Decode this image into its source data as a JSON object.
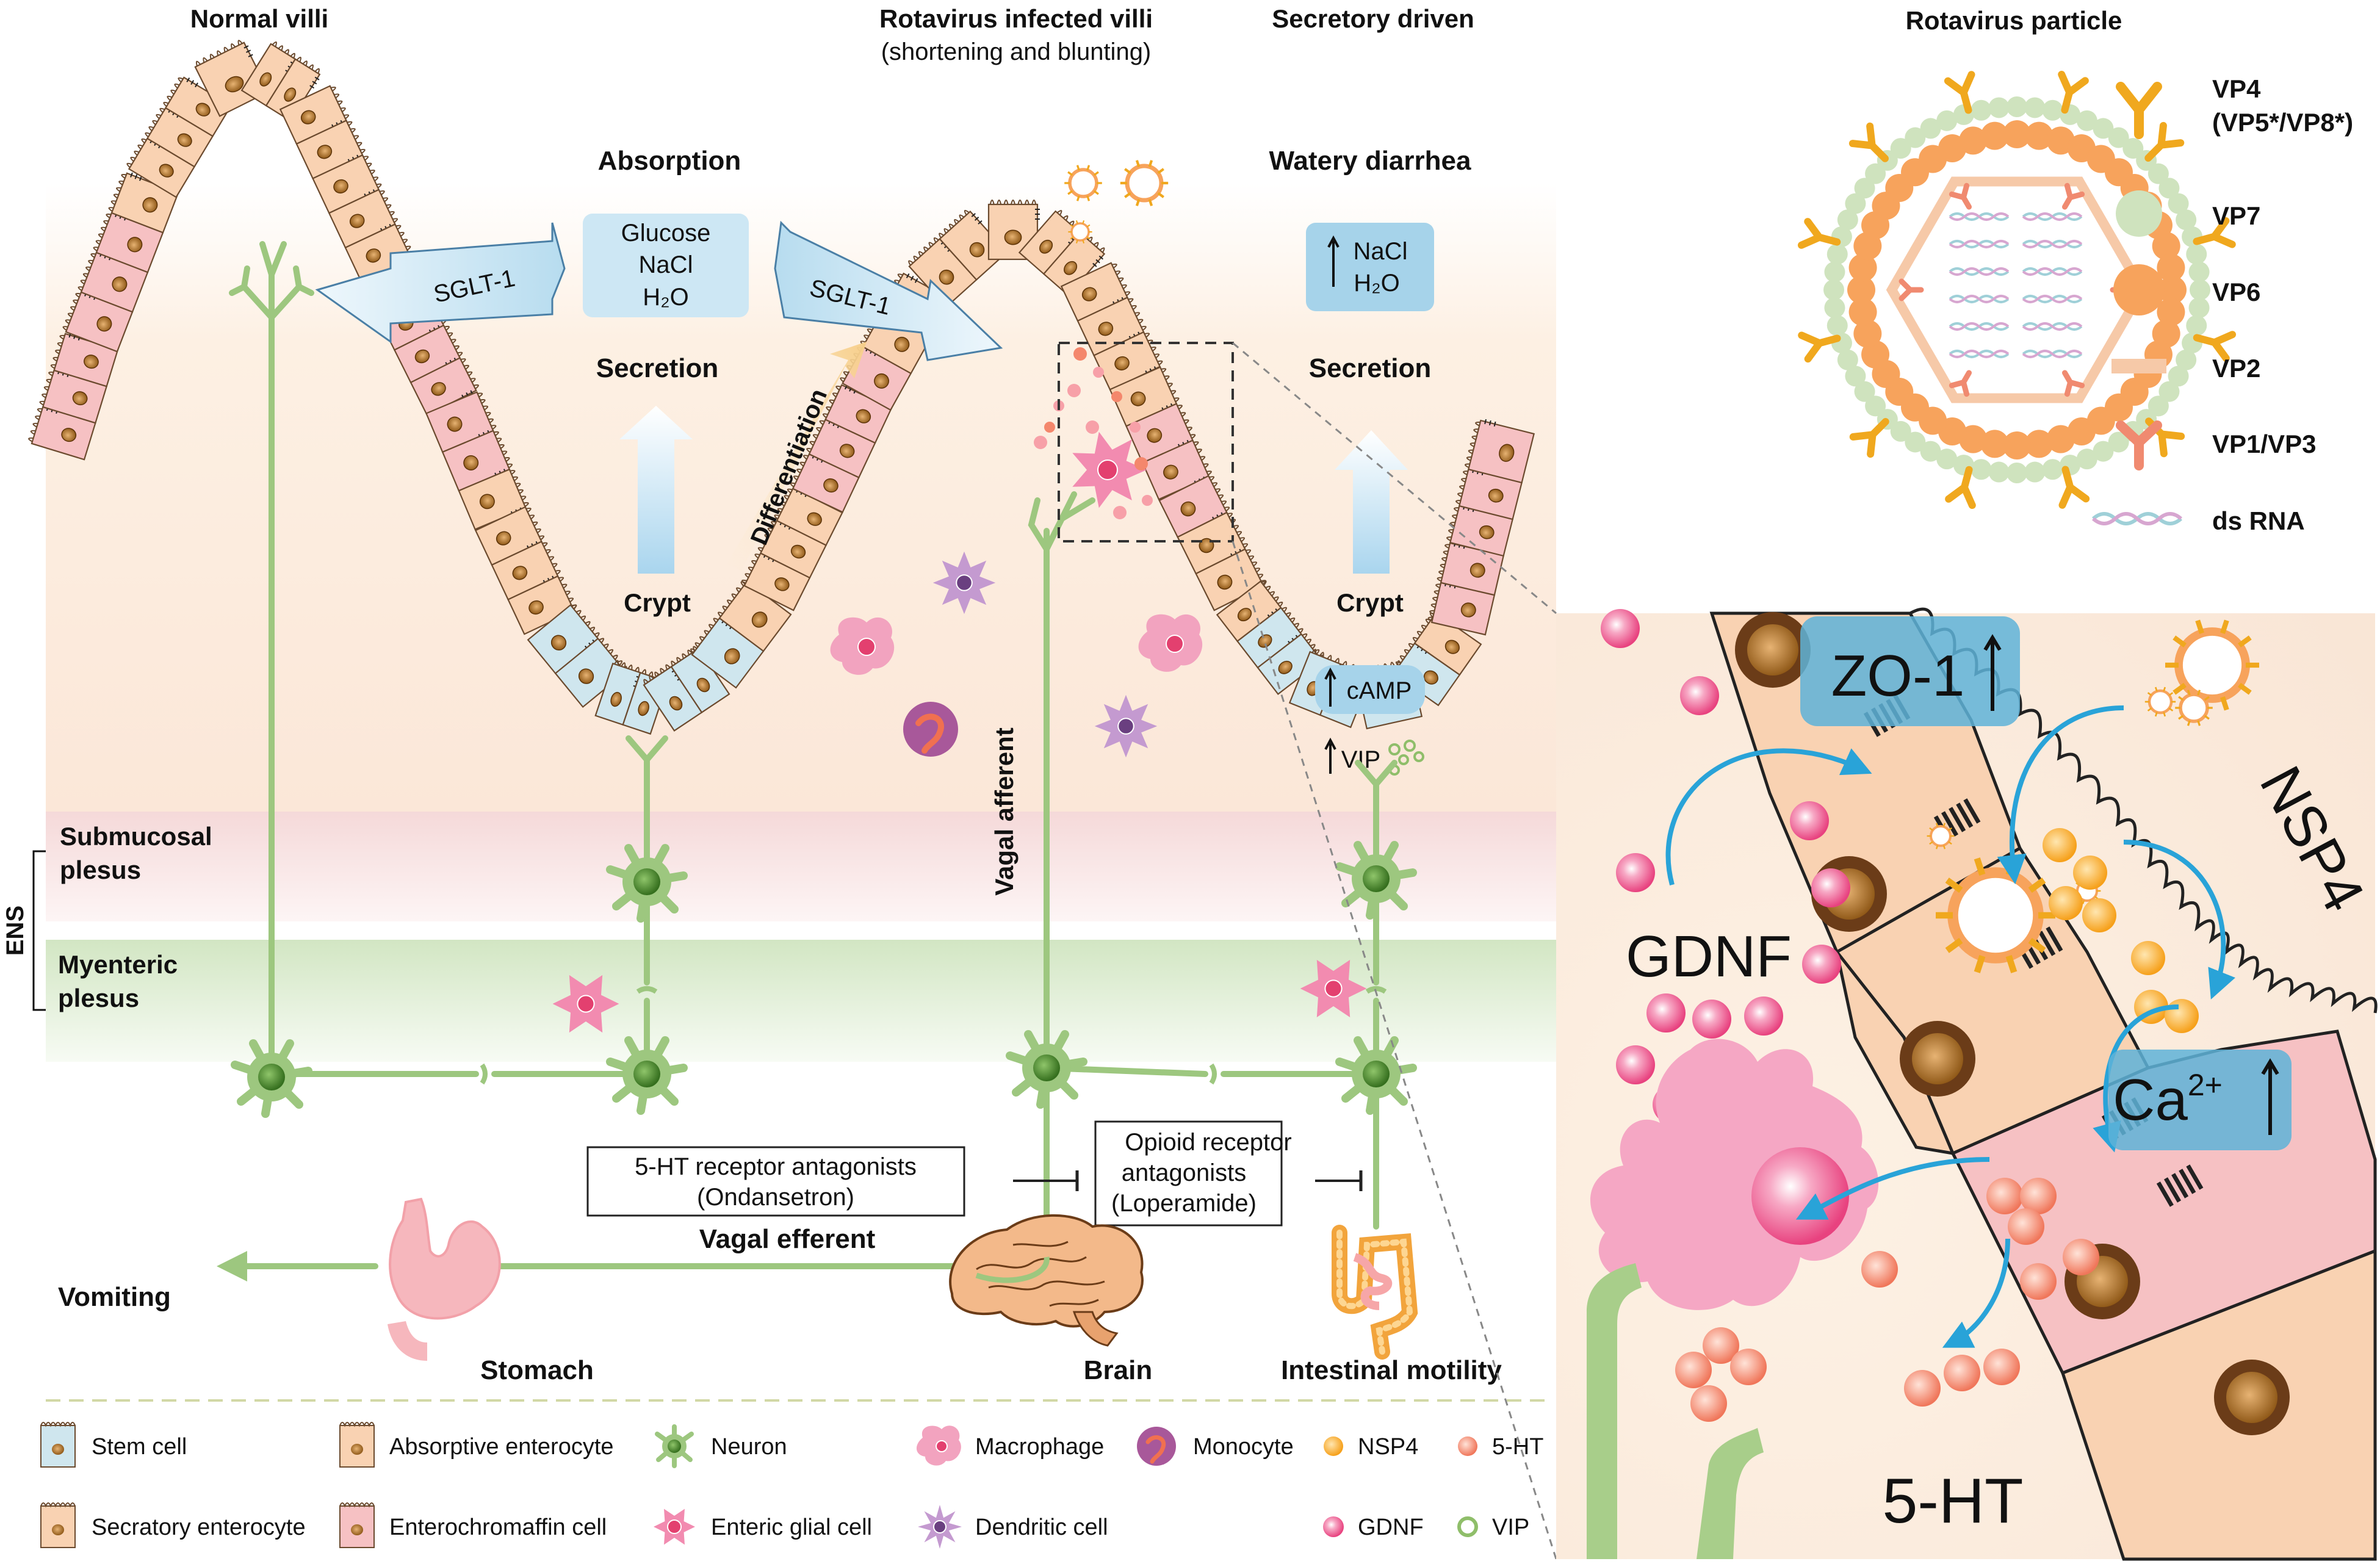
{
  "titles": {
    "normal_villi": "Normal villi",
    "rotavirus_villi": "Rotavirus infected villi",
    "rotavirus_villi_sub": "(shortening and blunting)",
    "secretory_driven": "Secretory driven",
    "rotavirus_particle": "Rotavirus particle"
  },
  "left_panel": {
    "absorption": "Absorption",
    "absorb_box": [
      "Glucose",
      "NaCl",
      "H₂O"
    ],
    "sglt_left": "SGLT-1",
    "sglt_right": "SGLT-1",
    "secretion": "Secretion",
    "crypt": "Crypt",
    "differentiation": "Differentiation"
  },
  "right_panel": {
    "watery_diarrhea": "Watery diarrhea",
    "nacl": "NaCl",
    "h2o": "H₂O",
    "secretion": "Secretion",
    "crypt": "Crypt",
    "camp": "cAMP",
    "vip": "VIP"
  },
  "ens": {
    "label": "ENS",
    "submucosal": [
      "Submucosal",
      "plesus"
    ],
    "myenteric": [
      "Myenteric",
      "plesus"
    ]
  },
  "pathway": {
    "vagal_afferent": "Vagal afferent",
    "vagal_efferent": "Vagal efferent",
    "antagonist_5ht": [
      "5-HT receptor antagonists",
      "(Ondansetron)"
    ],
    "antagonist_opioid": [
      "Opioid receptor",
      "antagonists",
      "(Loperamide)"
    ],
    "vomiting": "Vomiting",
    "stomach": "Stomach",
    "brain": "Brain",
    "intestinal_motility": "Intestinal motility"
  },
  "particle_legend": [
    {
      "label": "VP4",
      "sub": "(VP5*/VP8*)",
      "icon": "vp4-icon",
      "color": "#f0a81e"
    },
    {
      "label": "VP7",
      "icon": "vp7-icon",
      "color": "#cfe3be"
    },
    {
      "label": "VP6",
      "icon": "vp6-icon",
      "color": "#f7a35c"
    },
    {
      "label": "VP2",
      "icon": "vp2-icon",
      "color": "#f6c9a8"
    },
    {
      "label": "VP1/VP3",
      "icon": "vp1-vp3-icon",
      "color": "#f08a70"
    },
    {
      "label": "ds RNA",
      "icon": "dsrna-icon",
      "color": "#9fd0d8"
    }
  ],
  "zoom": {
    "zo1": "ZO-1",
    "nsp4": "NSP4",
    "gdnf": "GDNF",
    "ca": "Ca",
    "ca_sup": "2+",
    "ht": "5-HT"
  },
  "legend": [
    {
      "label": "Stem cell",
      "icon": "stem-cell-icon"
    },
    {
      "label": "Absorptive enterocyte",
      "icon": "absorptive-enterocyte-icon"
    },
    {
      "label": "Neuron",
      "icon": "neuron-icon"
    },
    {
      "label": "Macrophage",
      "icon": "macrophage-icon"
    },
    {
      "label": "Monocyte",
      "icon": "monocyte-icon"
    },
    {
      "label": "NSP4",
      "icon": "nsp4-icon"
    },
    {
      "label": "5-HT",
      "icon": "5ht-icon"
    },
    {
      "label": "Secratory enterocyte",
      "icon": "secretory-enterocyte-icon"
    },
    {
      "label": "Enterochromaffin cell",
      "icon": "enterochromaffin-cell-icon"
    },
    {
      "label": "Enteric glial cell",
      "icon": "enteric-glial-cell-icon"
    },
    {
      "label": "Dendritic cell",
      "icon": "dendritic-cell-icon"
    },
    {
      "label": "GDNF",
      "icon": "gdnf-icon"
    },
    {
      "label": "VIP",
      "icon": "vip-icon"
    }
  ],
  "colors": {
    "neuron_green": "#9dc77f",
    "neuron_dark": "#4e8a2e",
    "enterocyte": "#f9d2b2",
    "enterochromaffin": "#f6c1c3",
    "stem": "#cfe6ee",
    "arrow_blue": "#b9dcee",
    "box_blue": "#a6d3ea",
    "pink_cell": "#f28bb0",
    "purple_cell": "#b884c4",
    "nucleus": "#b8761c",
    "zoom_arrow": "#29a3d8",
    "ht_orange": "#f4876c",
    "gdnf_pink": "#ee5f93",
    "nsp4_orange": "#f7a41e"
  }
}
